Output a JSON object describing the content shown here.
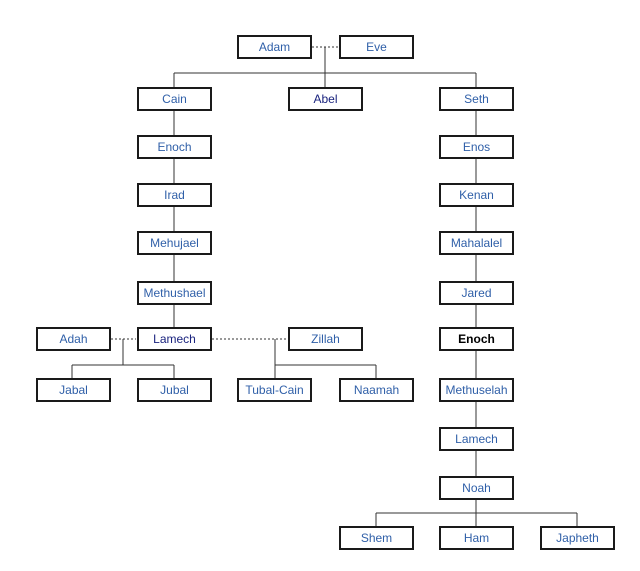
{
  "tree": {
    "adam": "Adam",
    "eve": "Eve",
    "cain": "Cain",
    "abel": "Abel",
    "seth": "Seth",
    "enoch_cain": "Enoch",
    "irad": "Irad",
    "mehujael": "Mehujael",
    "methushael": "Methushael",
    "lamech_cain": "Lamech",
    "adah": "Adah",
    "zillah": "Zillah",
    "jabal": "Jabal",
    "jubal": "Jubal",
    "tubal_cain": "Tubal-Cain",
    "naamah": "Naamah",
    "enos": "Enos",
    "kenan": "Kenan",
    "mahalalel": "Mahalalel",
    "jared": "Jared",
    "enoch_seth": "Enoch",
    "methuselah": "Methuselah",
    "lamech_seth": "Lamech",
    "noah": "Noah",
    "shem": "Shem",
    "ham": "Ham",
    "japheth": "Japheth"
  },
  "colors": {
    "link_text": "#2f5fa8",
    "plain_text": "#1a237e",
    "current_text": "#000000",
    "border": "#1a1a1a",
    "line": "#333333"
  }
}
